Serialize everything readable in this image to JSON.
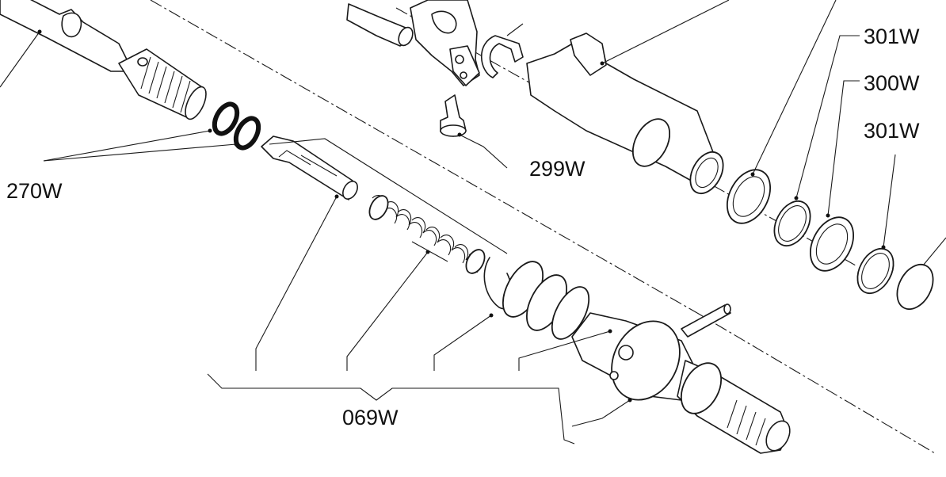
{
  "labels": {
    "oring_seals": "270W",
    "lock_screw": "299W",
    "snap_ring_top": "301W",
    "spacer": "300W",
    "snap_ring_bottom": "301W",
    "spring_assembly": "069W"
  }
}
